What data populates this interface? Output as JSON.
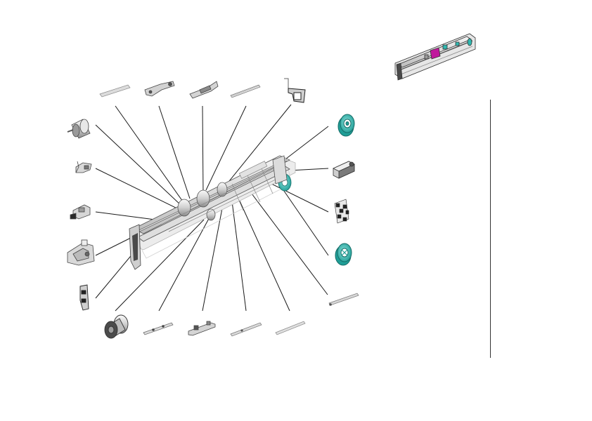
{
  "figure": {
    "kind": "exploded-parts-diagram",
    "part_count": 23,
    "highlight_colors": {
      "cyan": "#2fb8b0",
      "magenta": "#c0189c",
      "part_gray": "#d6d6d6",
      "outline": "#444444",
      "leader": "#1a1a1a"
    }
  },
  "parts": [
    {
      "id": "p1",
      "icon": "bracket-strip-icon"
    },
    {
      "id": "p2",
      "icon": "lever-arm-icon"
    },
    {
      "id": "p3",
      "icon": "guide-plate-icon"
    },
    {
      "id": "p4",
      "icon": "pin-shaft-icon"
    },
    {
      "id": "p5",
      "icon": "frame-bracket-icon"
    },
    {
      "id": "p6",
      "icon": "cyan-roller-icon"
    },
    {
      "id": "p7",
      "icon": "gray-roller-icon"
    },
    {
      "id": "p8",
      "icon": "clip-bracket-icon"
    },
    {
      "id": "p9",
      "icon": "block-bracket-icon"
    },
    {
      "id": "p10",
      "icon": "end-housing-icon"
    },
    {
      "id": "p11",
      "icon": "side-plate-icon"
    },
    {
      "id": "p12",
      "icon": "gear-roller-icon"
    },
    {
      "id": "p13",
      "icon": "small-shaft-icon"
    },
    {
      "id": "p14",
      "icon": "link-plate-icon"
    },
    {
      "id": "p15",
      "icon": "rod-icon"
    },
    {
      "id": "p16",
      "icon": "long-rod-icon"
    },
    {
      "id": "p17",
      "icon": "pin-rod-icon"
    },
    {
      "id": "p18",
      "icon": "cyan-roller-icon"
    },
    {
      "id": "p19",
      "icon": "actuator-block-icon"
    },
    {
      "id": "p20",
      "icon": "checker-plate-icon"
    },
    {
      "id": "p21",
      "icon": "cyan-roller-icon"
    },
    {
      "id": "p22",
      "icon": "main-assembly-icon"
    },
    {
      "id": "p23",
      "icon": "assembly-thumbnail-icon"
    }
  ]
}
